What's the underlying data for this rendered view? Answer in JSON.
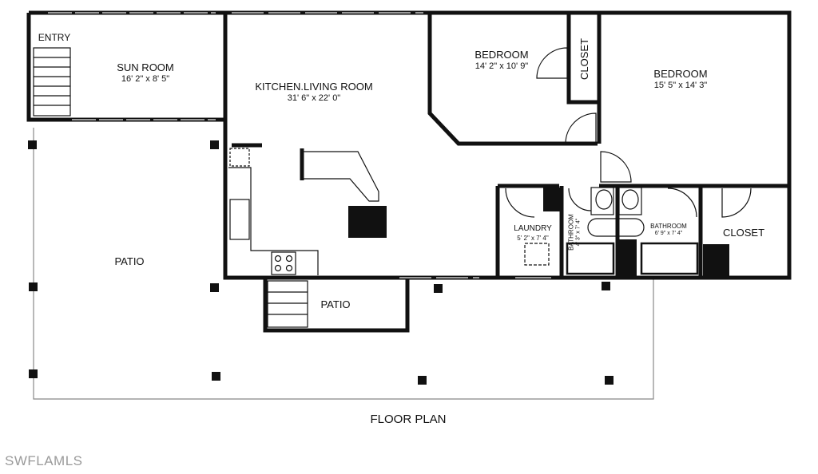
{
  "title": "FLOOR PLAN",
  "watermark": "SWFLAMLS",
  "rooms": {
    "entry": {
      "name": "ENTRY"
    },
    "sun_room": {
      "name": "SUN ROOM",
      "dims": "16' 2\" x 8' 5\""
    },
    "kitchen_living": {
      "name": "KITCHEN.LIVING ROOM",
      "dims": "31' 6\" x 22' 0\""
    },
    "bedroom1": {
      "name": "BEDROOM",
      "dims": "14' 2\" x 10' 9\""
    },
    "closet1": {
      "name": "CLOSET"
    },
    "bedroom2": {
      "name": "BEDROOM",
      "dims": "15' 5\" x 14' 3\""
    },
    "laundry": {
      "name": "LAUNDRY",
      "dims": "5' 2\" x 7' 4\""
    },
    "bathroom1": {
      "name": "BATHROOM",
      "dims": "4' 3\" x 7' 4\""
    },
    "bathroom2": {
      "name": "BATHROOM",
      "dims": "6' 9\" x 7' 4\""
    },
    "closet2": {
      "name": "CLOSET"
    },
    "patio_main": {
      "name": "PATIO"
    },
    "patio_small": {
      "name": "PATIO"
    }
  }
}
